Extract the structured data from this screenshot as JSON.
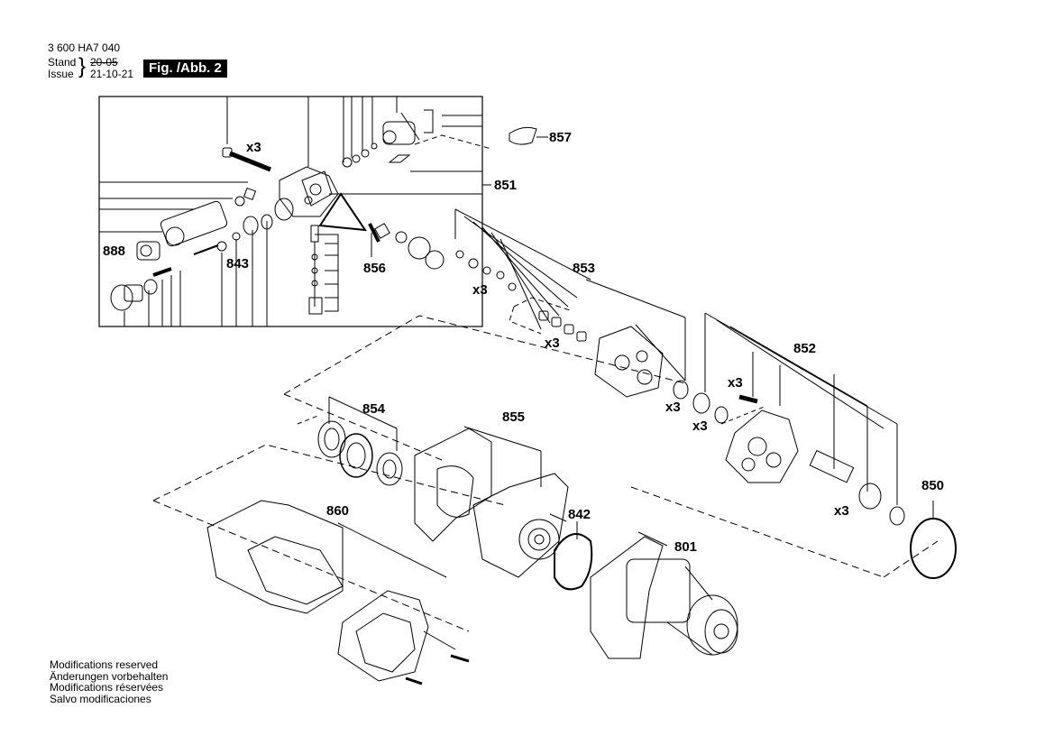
{
  "header": {
    "part_number": "3 600 HA7 040",
    "stand_label": "Stand",
    "issue_label": "Issue",
    "old_date": "20-05",
    "new_date": "21-10-21",
    "figure_label": "Fig. /Abb. 2"
  },
  "footer": {
    "lines": [
      "Modifications reserved",
      "Änderungen vorbehalten",
      "Modifications réservées",
      "Salvo modificaciones"
    ]
  },
  "callouts": {
    "c857": "857",
    "c851": "851",
    "c888": "888",
    "c843": "843",
    "c856": "856",
    "c853": "853",
    "c852": "852",
    "c854": "854",
    "c855": "855",
    "c860": "860",
    "c842": "842",
    "c801": "801",
    "c850": "850"
  },
  "quantities": {
    "q1": "x3",
    "q2": "x3",
    "q3": "x3",
    "q4": "x3",
    "q5": "x3",
    "q6": "x3",
    "q7": "x3"
  }
}
